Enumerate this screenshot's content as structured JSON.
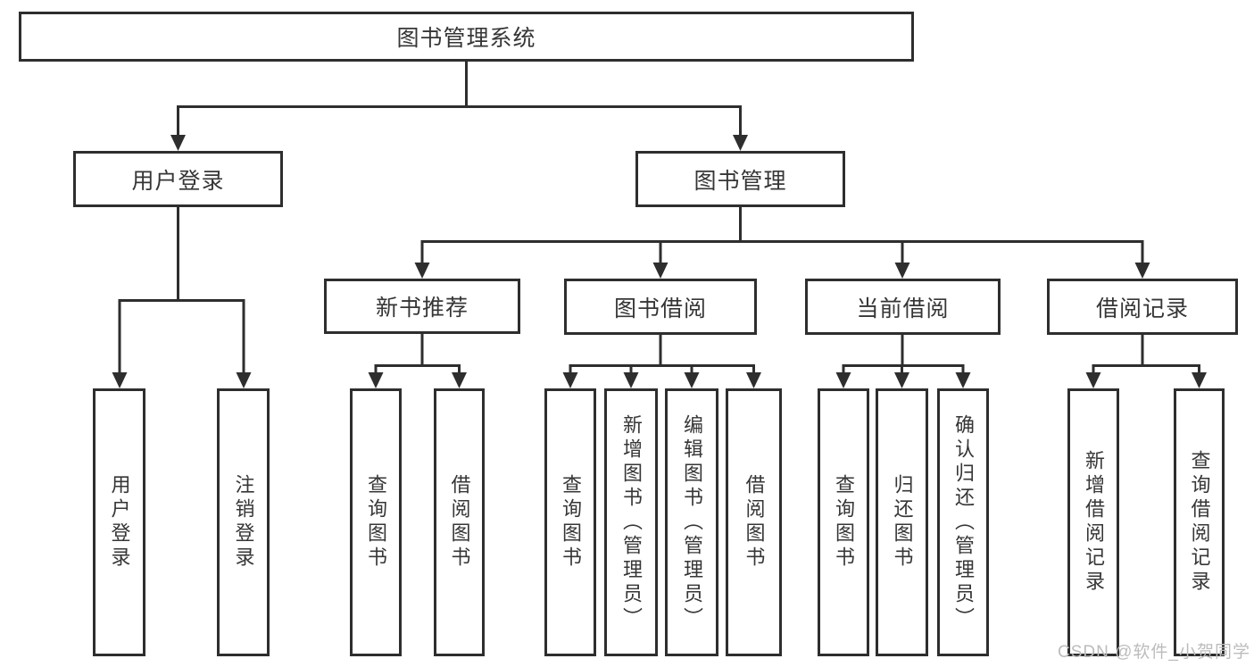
{
  "colors": {
    "line": "#2e2e2e",
    "box_border": "#2e2e2e",
    "text": "#363636",
    "background": "#ffffff",
    "watermark": "#bcbcbc"
  },
  "watermark": {
    "text": "CSDN @软件_小贺同学"
  },
  "tree": {
    "label": "图书管理系统",
    "children": [
      {
        "label": "用户登录",
        "children": [
          {
            "label": "用户登录"
          },
          {
            "label": "注销登录"
          }
        ]
      },
      {
        "label": "图书管理",
        "children": [
          {
            "label": "新书推荐",
            "children": [
              {
                "label": "查询图书"
              },
              {
                "label": "借阅图书"
              }
            ]
          },
          {
            "label": "图书借阅",
            "children": [
              {
                "label": "查询图书"
              },
              {
                "label": "新增图书（管理员）"
              },
              {
                "label": "编辑图书（管理员）"
              },
              {
                "label": "借阅图书"
              }
            ]
          },
          {
            "label": "当前借阅",
            "children": [
              {
                "label": "查询图书"
              },
              {
                "label": "归还图书"
              },
              {
                "label": "确认归还（管理员）"
              }
            ]
          },
          {
            "label": "借阅记录",
            "children": [
              {
                "label": "新增借阅记录"
              },
              {
                "label": "查询借阅记录"
              }
            ]
          }
        ]
      }
    ]
  }
}
